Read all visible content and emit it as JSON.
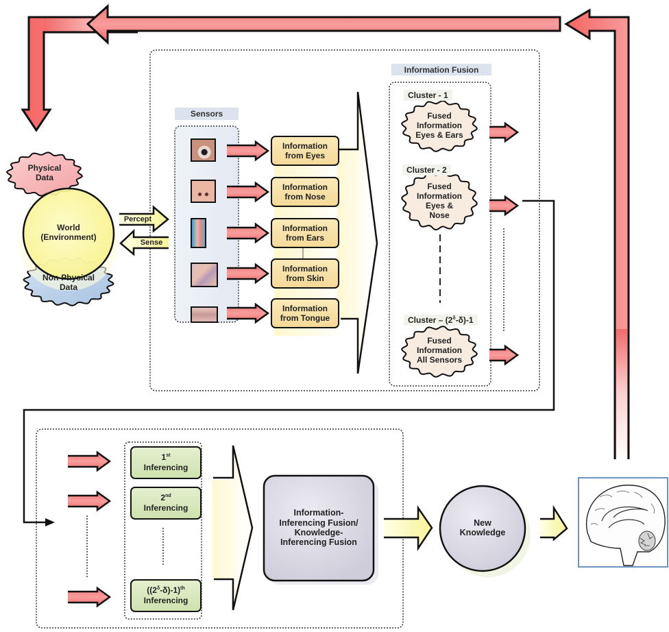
{
  "world": {
    "title": "World\n(Environment)",
    "physical_data": "Physical\nData",
    "non_physical_data": "Non-Physical\nData",
    "percept_label": "Percept",
    "sense_label": "Sense"
  },
  "sensors": {
    "header": "Sensors",
    "items": [
      {
        "organ": "eye",
        "icon": "eye-icon",
        "info_label": "Information\nfrom Eyes"
      },
      {
        "organ": "nose",
        "icon": "nose-icon",
        "info_label": "Information\nfrom Nose"
      },
      {
        "organ": "ear",
        "icon": "ear-icon",
        "info_label": "Information\nfrom Ears"
      },
      {
        "organ": "skin",
        "icon": "hand-icon",
        "info_label": "Information\nfrom Skin"
      },
      {
        "organ": "tongue",
        "icon": "mouth-icon",
        "info_label": "Information\nfrom Tongue"
      }
    ]
  },
  "fusion": {
    "header": "Information Fusion",
    "clusters": [
      {
        "label": "Cluster - 1",
        "content": "Fused\nInformation\nEyes & Ears"
      },
      {
        "label": "Cluster - 2",
        "content": "Fused\nInformation\nEyes &\nNose"
      },
      {
        "label": "Cluster – (2^δ-δ)-1",
        "content": "Fused\nInformation\nAll Sensors"
      }
    ]
  },
  "inferencing": {
    "items": [
      {
        "ordinal": "1",
        "suffix": "st",
        "label": "Inferencing"
      },
      {
        "ordinal": "2",
        "suffix": "nd",
        "label": "Inferencing"
      },
      {
        "ordinal": "((2^δ-δ)-1)",
        "suffix": "th",
        "label": "Inferencing"
      }
    ]
  },
  "knowledge_fusion": {
    "label": "Information-\nInferencing Fusion/\nKnowledge-\nInferencing Fusion"
  },
  "new_knowledge": {
    "label": "New\nKnowledge"
  },
  "brain": {
    "icon": "brain-icon"
  },
  "colors": {
    "red_arrow": "#f26b6b",
    "yellow_arrow": "#f7f59a",
    "info_box": "#f7dfa3",
    "infer_box": "#d8e8bd",
    "fused_cloud": "#f8ebe0",
    "fusion_box": "#dcdae6",
    "knowledge_circle": "#dcdbe4",
    "world_circle": "#fbf7a2",
    "physical_cloud": "#f6b6b8",
    "nonphysical_cloud": "#b3cbe6",
    "header_bg": "#dde3ee"
  }
}
